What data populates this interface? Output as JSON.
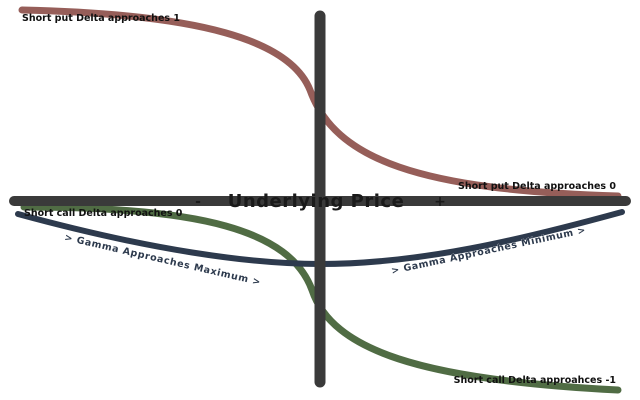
{
  "diagram": {
    "axis_label": "Underlying Price",
    "minus_sign": "-",
    "plus_sign": "+",
    "labels": {
      "short_put_delta_1": "Short put Delta approaches 1",
      "short_put_delta_0": "Short put Delta approaches 0",
      "short_call_delta_0": "Short call Delta approaches 0",
      "short_call_delta_neg1": "Short call Delta approahces -1",
      "gamma_max": "> Gamma Approaches Maximum >",
      "gamma_min": "> Gamma Approaches Minimum >"
    },
    "curves": [
      {
        "name": "short-put-delta",
        "color": "#8b4c47"
      },
      {
        "name": "short-call-delta",
        "color": "#3d5c30"
      },
      {
        "name": "gamma",
        "color": "#2d3a4d"
      }
    ],
    "axis_color": "#3a3a3a"
  }
}
